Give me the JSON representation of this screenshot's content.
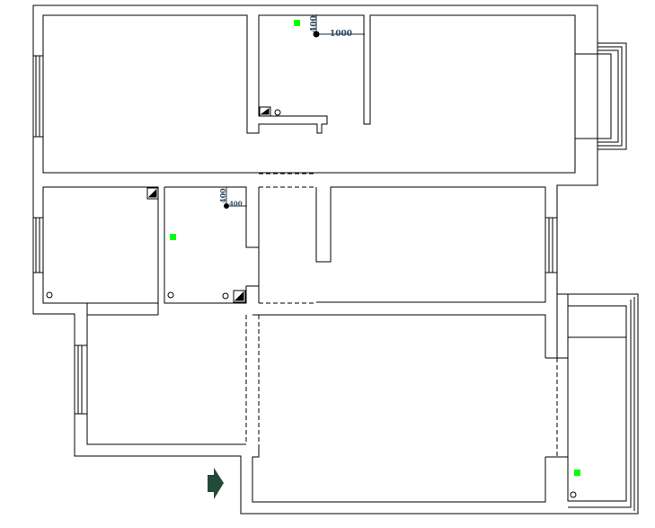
{
  "dimensions": {
    "top_room_vertical": "400",
    "top_room_horizontal": "1000",
    "middle_room_vertical": "400",
    "middle_room_horizontal": "400"
  },
  "colors": {
    "wall": "#000000",
    "marker": "#00ff00",
    "dimension": "#2f4a63",
    "entrance_arrow": "#244a3a"
  }
}
